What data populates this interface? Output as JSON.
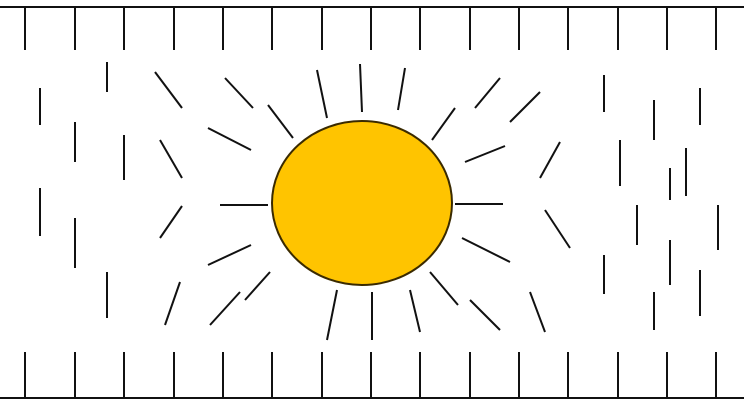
{
  "colors": {
    "background": "#ffffff",
    "line": "#111111",
    "sun_fill": "#ffc400",
    "sun_stroke": "#3a2a00"
  },
  "elements": {
    "boundaries": "two-horizontal-boundary-lines",
    "sun": "sun-circle",
    "strokes": "short-line-segments"
  }
}
